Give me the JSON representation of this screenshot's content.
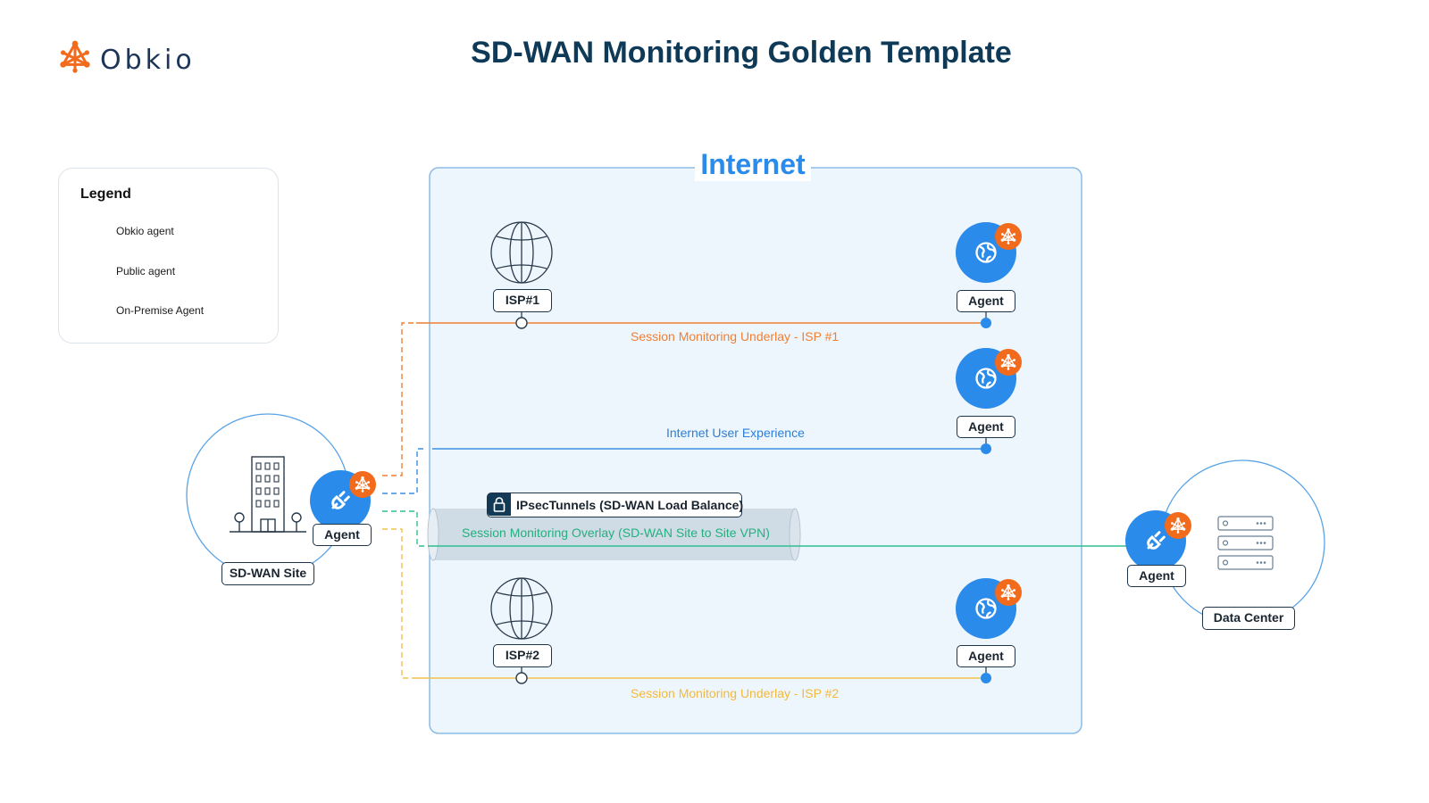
{
  "title": "SD-WAN Monitoring Golden Template",
  "logo": {
    "text": "Obkio"
  },
  "colors": {
    "obkio_orange": "#f26a1b",
    "agent_blue": "#2b8bea",
    "navy": "#0f3a57",
    "underlay_isp1": "#f07f33",
    "user_experience": "#3b8fe0",
    "overlay": "#2fbf8e",
    "underlay_isp2": "#f3c04a",
    "internet_bg": "#eef6fd"
  },
  "legend": {
    "title": "Legend",
    "items": [
      {
        "label": "Obkio agent",
        "icon": "obkio-logo-icon"
      },
      {
        "label": "Public agent",
        "icon": "globe-icon"
      },
      {
        "label": "On-Premise Agent",
        "icon": "plug-icon"
      }
    ]
  },
  "internet": {
    "label": "Internet"
  },
  "isp1": {
    "label": "ISP#1"
  },
  "isp2": {
    "label": "ISP#2"
  },
  "agents": {
    "isp1_agent": "Agent",
    "ux_agent": "Agent",
    "isp2_agent": "Agent",
    "site_agent": "Agent",
    "dc_agent": "Agent"
  },
  "sites": {
    "sdwan_site": "SD-WAN Site",
    "data_center": "Data Center"
  },
  "lines": {
    "underlay_isp1": "Session Monitoring Underlay - ISP #1",
    "user_experience": "Internet User Experience",
    "overlay": "Session Monitoring Overlay (SD-WAN Site to Site VPN)",
    "underlay_isp2": "Session Monitoring Underlay - ISP #2"
  },
  "tunnel": {
    "label": "IPsecTunnels (SD-WAN Load Balance)"
  }
}
